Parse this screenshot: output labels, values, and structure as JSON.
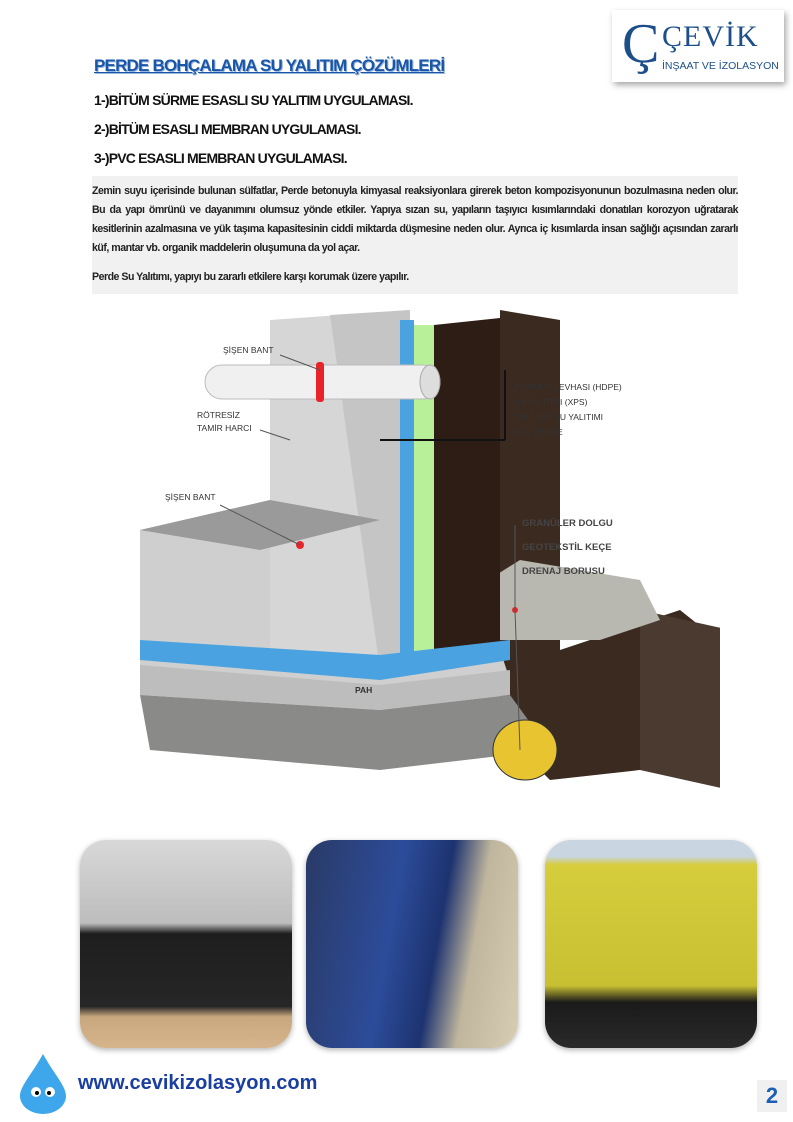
{
  "logo": {
    "mark": "Ç",
    "name": "ÇEVİK",
    "subtitle": "İNŞAAT VE İZOLASYON"
  },
  "title": "PERDE BOHÇALAMA SU YALITIM ÇÖZÜMLERİ",
  "list": [
    "1-)BİTÜM SÜRME ESASLI SU YALITIM UYGULAMASI.",
    "2-)BİTÜM ESASLI MEMBRAN UYGULAMASI.",
    "3-)PVC ESASLI MEMBRAN UYGULAMASI."
  ],
  "paragraphs": [
    "Zemin suyu içerisinde bulunan sülfatlar, Perde betonuyla kimyasal reaksiyonlara girerek beton  kompozisyonunun bozulmasına neden olur. Bu da yapı ömrünü ve dayanımını olumsuz yönde etkiler. Yapıya sızan su, yapıların taşıyıcı kısımlarındaki donatıları korozyon uğratarak kesitlerinin azalmasına ve yük taşıma kapasitesinin ciddi miktarda düşmesine neden olur. Ayrıca iç kısımlarda insan sağlığı açısından zararlı küf, mantar vb. organik maddelerin oluşumuna da yol açar.",
    "Perde Su Yalıtımı, yapıyı bu zararlı etkilere karşı korumak üzere yapılır."
  ],
  "diagram": {
    "labels": {
      "sisen_bant_top": "ŞİŞEN BANT",
      "rotresiz": "RÖTRESİZ",
      "tamir_harci": "TAMİR HARCI",
      "sisen_bant_bottom": "ŞİŞEN BANT",
      "pah": "PAH"
    },
    "layers": [
      "KORUMA LEVHASI (HDPE)",
      "ISI YALITIMI (XPS)",
      "ÇİFT KAT SU YALITIMI",
      "B.A. PERDE"
    ],
    "fill": [
      "GRANÜLER DOLGU",
      "GEOTEKSTİL KEÇE",
      "DRENAJ BORUSU"
    ]
  },
  "footer": {
    "website": "www.cevikizolasyon.com",
    "page": "2"
  }
}
